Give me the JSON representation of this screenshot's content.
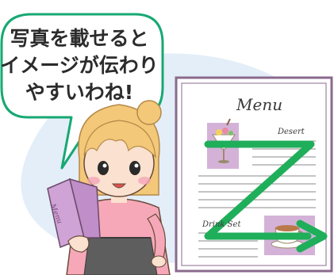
{
  "speech_bubble": {
    "lines": [
      "写真を載せると",
      "イメージが伝わり",
      "やすいわね!"
    ]
  },
  "menu_card": {
    "title": "Menu",
    "sections": {
      "desert": "Desert",
      "drink_set": "Drink Set"
    }
  },
  "held_menu": {
    "label": "Menu"
  },
  "colors": {
    "bubble_border": "#17a873",
    "bubble_fill": "#ffffff",
    "background_blob": "#e3eef8",
    "menu_border": "#8a6a8c",
    "menu_paper": "#ffffff",
    "photo_box": "#d4b2d8",
    "z_arrow": "#1fae5a",
    "girl_hair": "#f3c878",
    "girl_shirt": "#f6a8b8",
    "girl_apron": "#5e5e5e",
    "held_menu": "#cfa3d6"
  }
}
